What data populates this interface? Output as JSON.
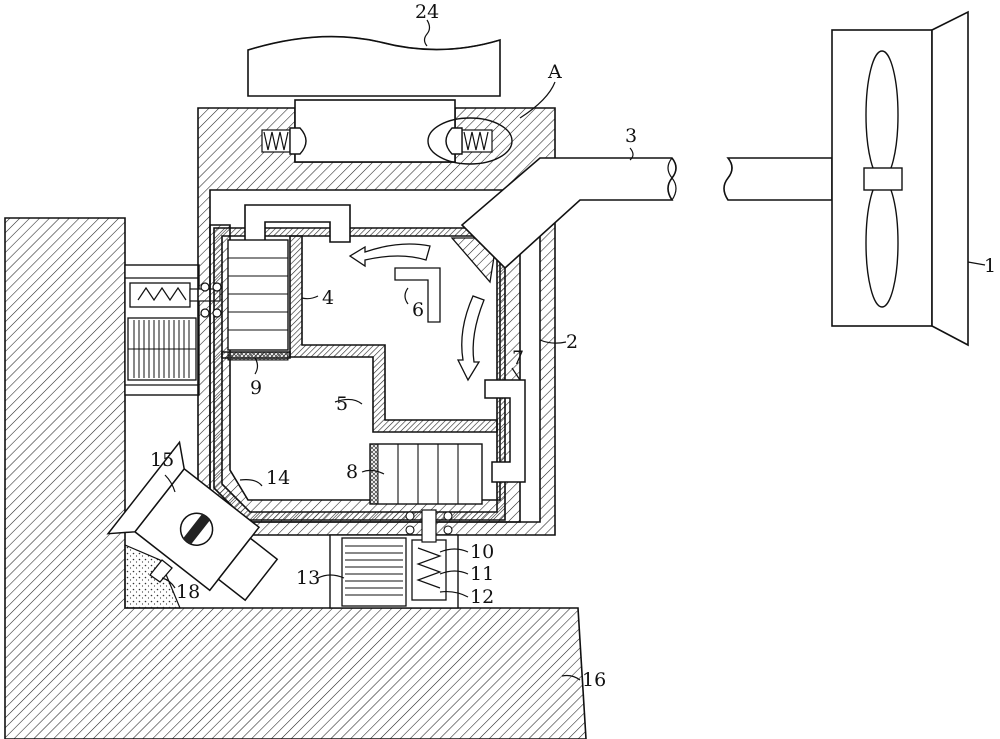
{
  "labels": {
    "l1": "1",
    "l2": "2",
    "l3": "3",
    "l4": "4",
    "l5": "5",
    "l6": "6",
    "l7": "7",
    "l8": "8",
    "l9": "9",
    "l10": "10",
    "l11": "11",
    "l12": "12",
    "l13": "13",
    "l14": "14",
    "l15": "15",
    "l16": "16",
    "l18": "18",
    "l24": "24",
    "lA": "A"
  }
}
